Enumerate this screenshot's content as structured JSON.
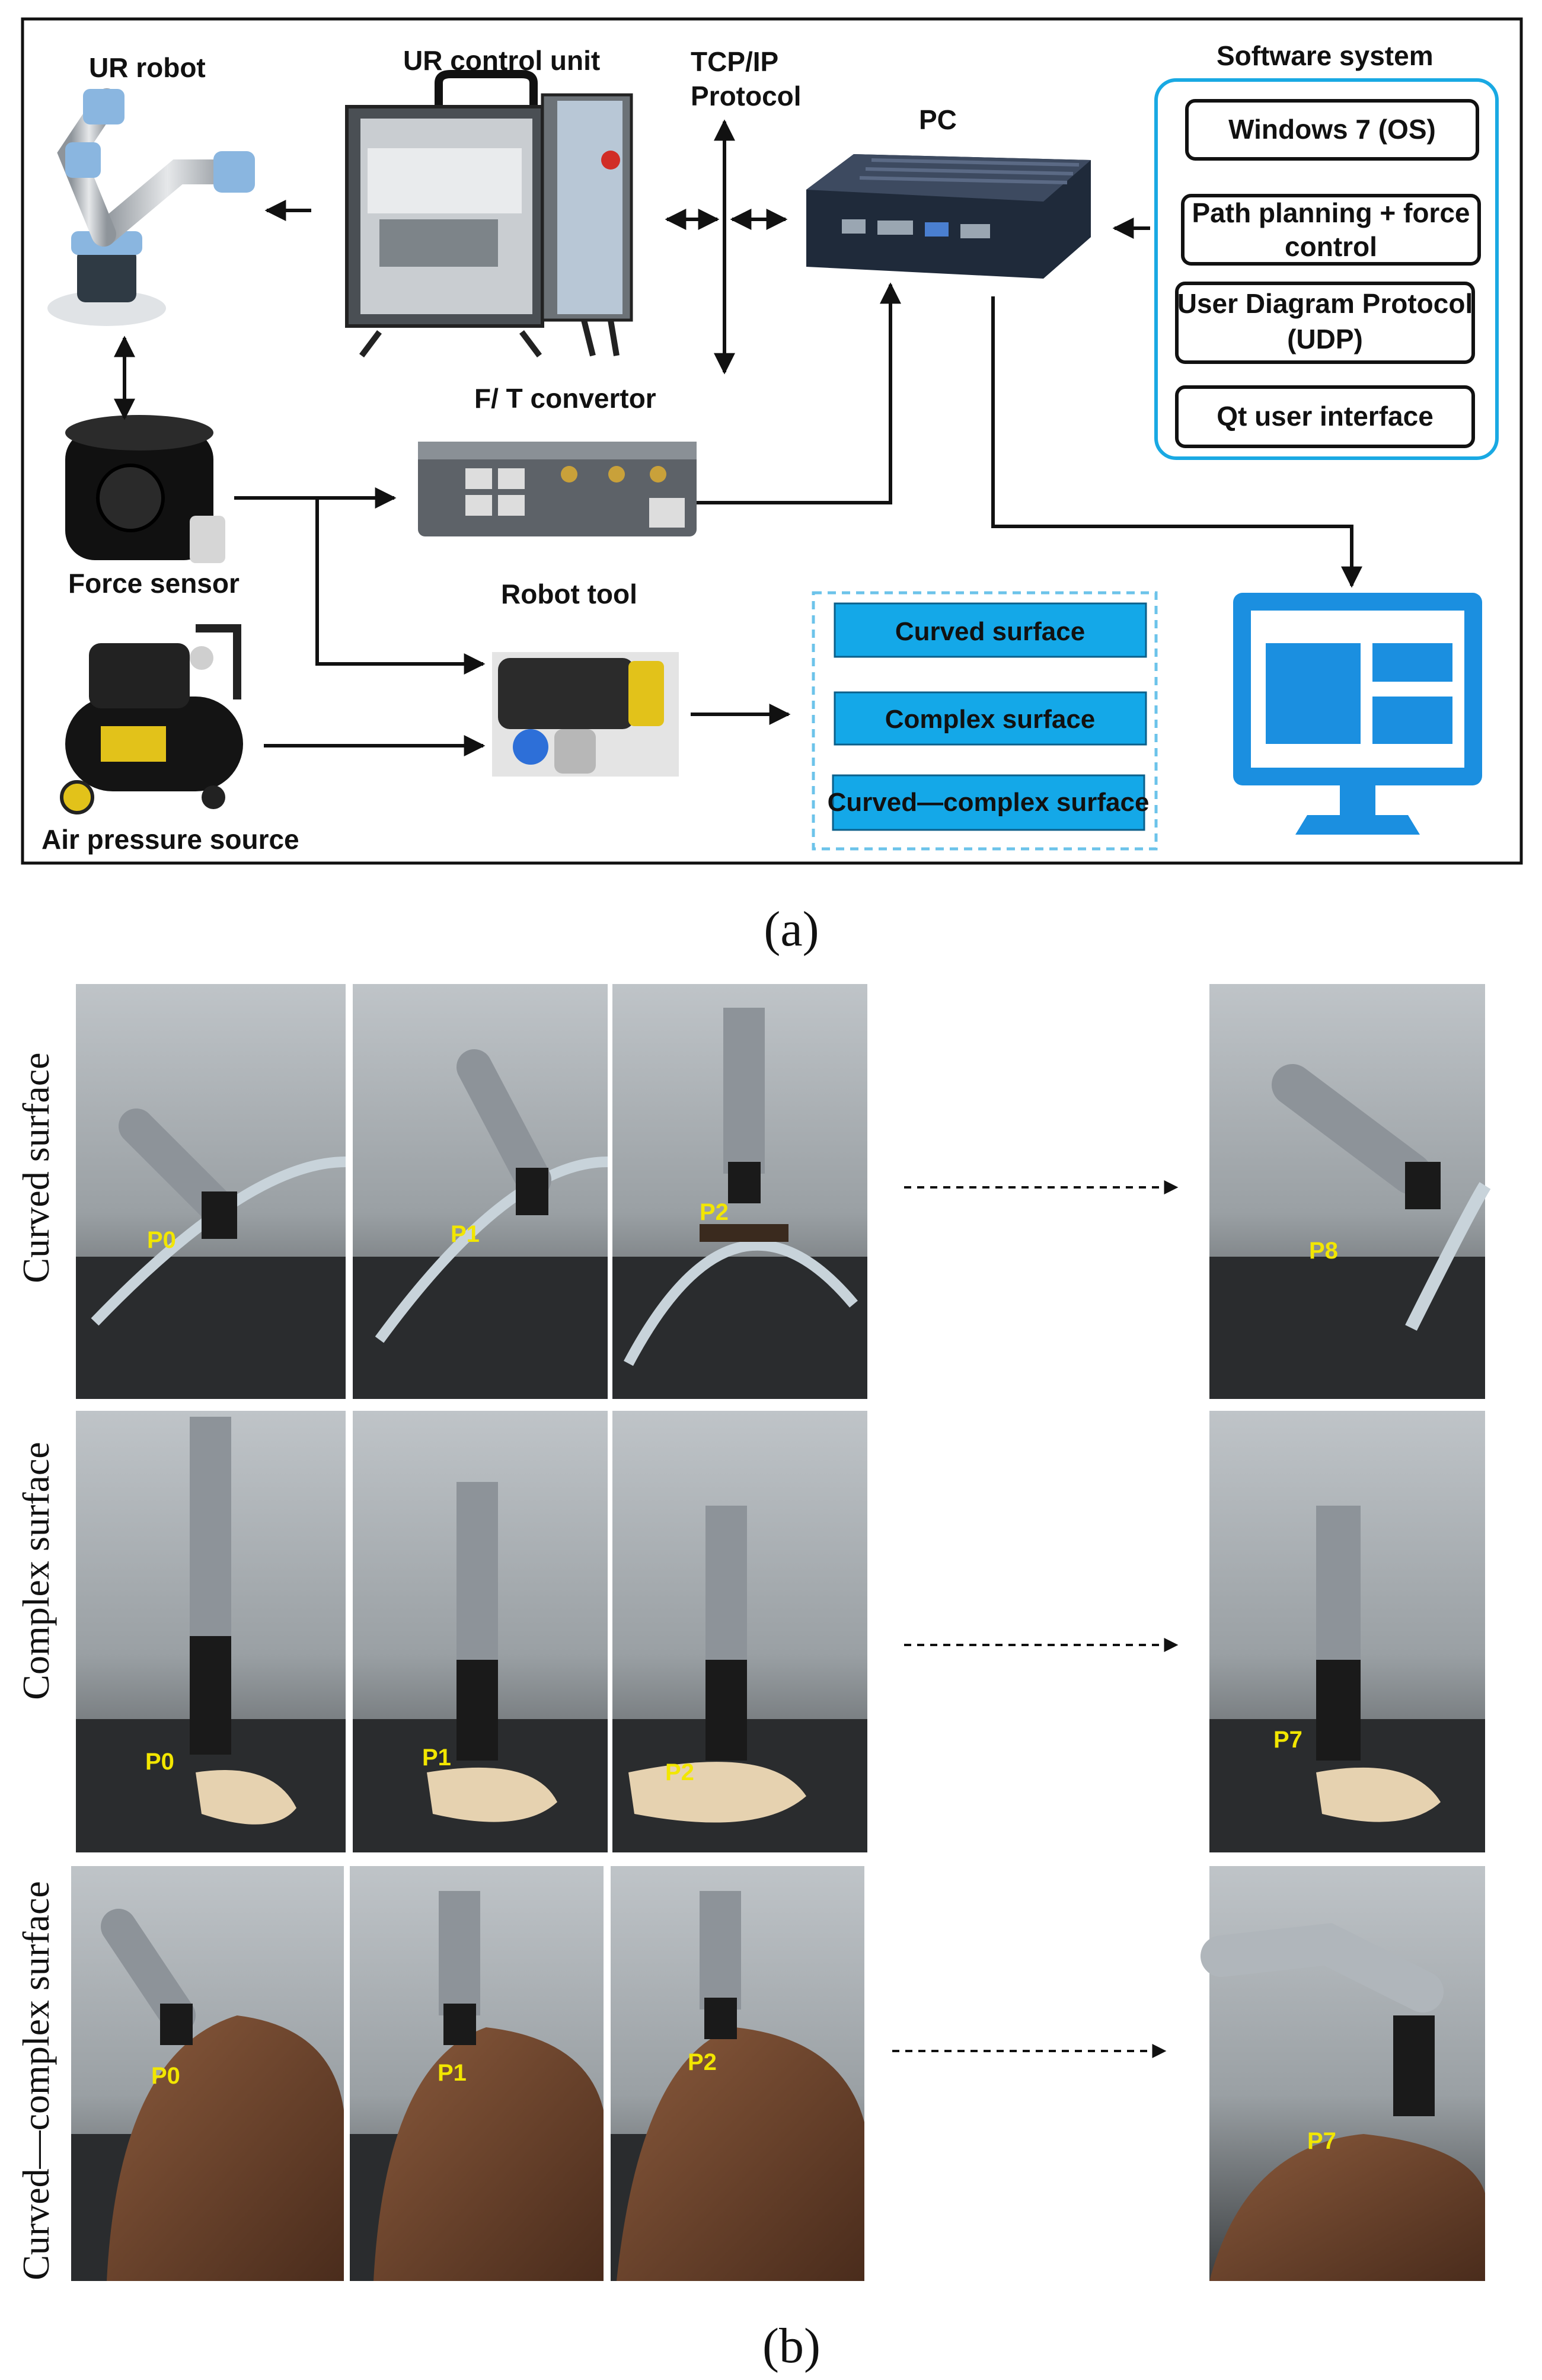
{
  "diagram": {
    "labels": {
      "ur_robot": "UR robot",
      "ur_control_unit": "UR control unit",
      "tcp_ip_1": "TCP/IP",
      "tcp_ip_2": "Protocol",
      "pc": "PC",
      "software_system": "Software system",
      "ft_convertor": "F/ T convertor",
      "force_sensor": "Force sensor",
      "robot_tool": "Robot tool",
      "air_source": "Air pressure source"
    },
    "software_boxes": {
      "os": "Windows 7 (OS)",
      "path_1": "Path planning + force",
      "path_2": "control",
      "udp_1": "User Diagram Protocol",
      "udp_2": "(UDP)",
      "qt": "Qt user interface"
    },
    "surfaces": {
      "curved": "Curved surface",
      "complex": "Complex surface",
      "curved_complex": "Curved—complex surface"
    },
    "colors": {
      "accent": "#19a9e3",
      "screen": "#1b8fe0",
      "frame": "#111111"
    }
  },
  "caption_a": "(a)",
  "caption_b": "(b)",
  "experiments": {
    "row_labels": {
      "curved": "Curved surface",
      "complex": "Complex surface",
      "curved_complex": "Curved—complex surface"
    },
    "row1": {
      "p1": "P0",
      "p2": "P1",
      "p3": "P2",
      "p4": "P8"
    },
    "row2": {
      "p1": "P0",
      "p2": "P1",
      "p3": "P2",
      "p4": "P7"
    },
    "row3": {
      "p1": "P0",
      "p2": "P1",
      "p3": "P2",
      "p4": "P7"
    }
  }
}
